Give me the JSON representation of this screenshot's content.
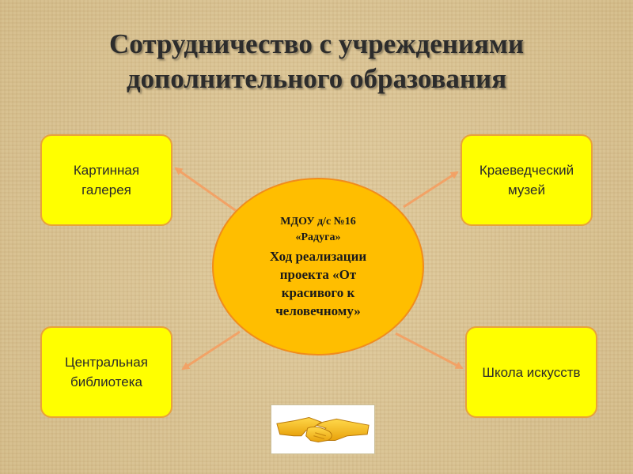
{
  "title": {
    "line1": "Сотрудничество с учреждениями",
    "line2": "дополнительного образования"
  },
  "center": {
    "line1": "МДОУ д/с №16",
    "line2": "«Радуга»",
    "line3": "Ход реализации",
    "line4": "проекта «От",
    "line5": "красивого к",
    "line6": "человечному»"
  },
  "nodes": {
    "top_left": {
      "line1": "Картинная",
      "line2": "галерея"
    },
    "top_right": {
      "line1": "Краеведческий",
      "line2": "музей"
    },
    "bottom_left": {
      "line1": "Центральная",
      "line2": "библиотека"
    },
    "bottom_right": {
      "line1": "Школа искусств"
    }
  },
  "colors": {
    "box_fill": "#ffff00",
    "box_border": "#e8a23a",
    "circle_fill": "#ffbe00",
    "arrow": "#f2a266"
  },
  "icons": {
    "handshake": "handshake-icon"
  }
}
